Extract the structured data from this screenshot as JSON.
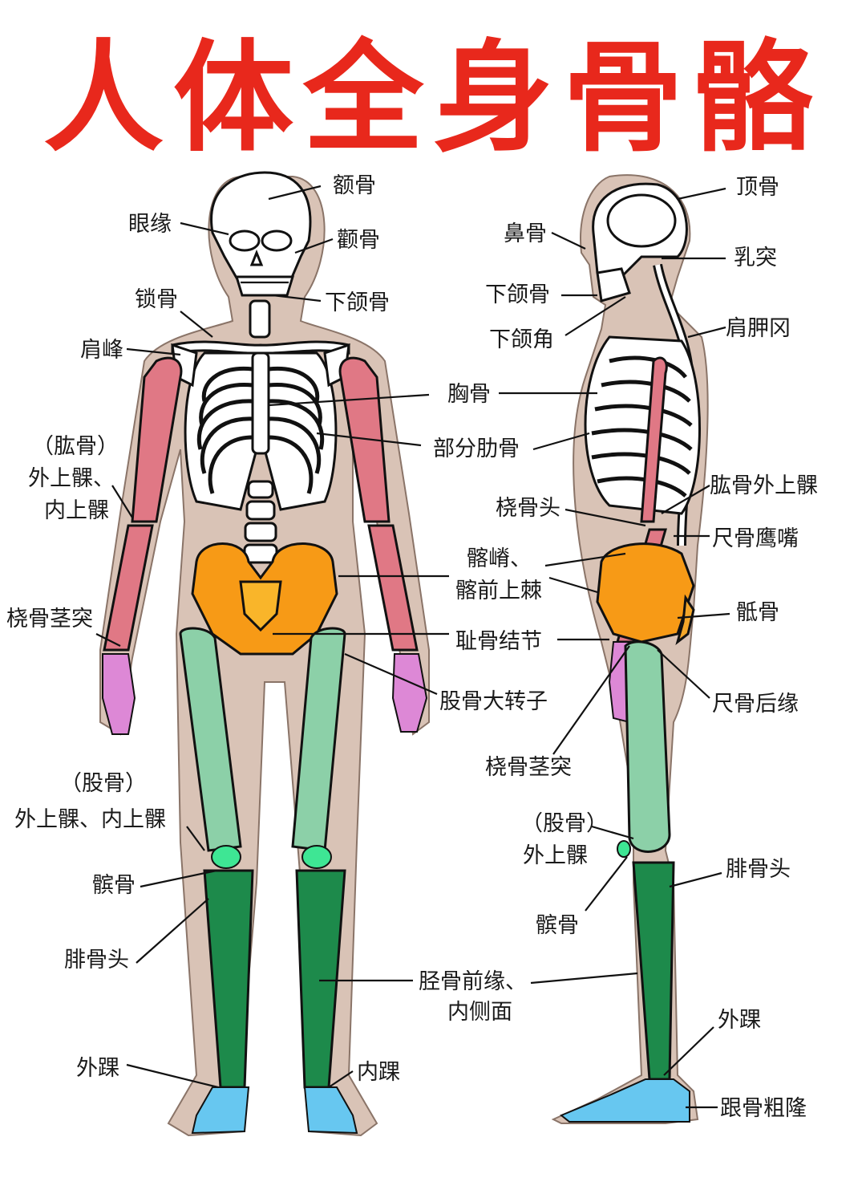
{
  "title": "人体全身骨骼",
  "front_labels": {
    "frontal": "额骨",
    "orbit": "眼缘",
    "zygomatic": "颧骨",
    "clavicle": "锁骨",
    "mandible": "下颌骨",
    "acromion": "肩峰",
    "humerus_note": "（肱骨）",
    "epicondyles_1": "外上髁、",
    "epicondyles_2": "内上髁",
    "radius_styloid": "桡骨茎突",
    "femur_note": "（股骨）",
    "femur_epicondyles": "外上髁、内上髁",
    "patella": "髌骨",
    "fibula_head": "腓骨头",
    "lateral_malleolus": "外踝",
    "medial_malleolus": "内踝"
  },
  "center_labels": {
    "sternum": "胸骨",
    "ribs": "部分肋骨",
    "radius_head": "桡骨头",
    "iliac_1": "髂嵴、",
    "iliac_2": "髂前上棘",
    "pubic": "耻骨结节",
    "trochanter": "股骨大转子",
    "radius_styloid": "桡骨茎突",
    "tibia_1": "胫骨前缘、",
    "tibia_2": "内侧面"
  },
  "side_labels": {
    "parietal": "顶骨",
    "nasal": "鼻骨",
    "mastoid": "乳突",
    "mandible": "下颌骨",
    "mandible_angle": "下颌角",
    "scapula": "肩胛冈",
    "humerus_lateral_epicondyle": "肱骨外上髁",
    "olecranon": "尺骨鹰嘴",
    "sacrum": "骶骨",
    "ulna_posterior": "尺骨后缘",
    "femur_note": "（股骨）",
    "femur_lateral": "外上髁",
    "patella": "髌骨",
    "fibula_head": "腓骨头",
    "lateral_malleolus": "外踝",
    "calcaneal_tuberosity": "跟骨粗隆"
  },
  "colors": {
    "title": "#e8281c",
    "skin": "#d9c3b6",
    "arm_bones": "#e07885",
    "hand_bones": "#dd88d6",
    "pelvis": "#f79a16",
    "femur": "#8cd0a8",
    "tibia_fibula": "#1d8a4b",
    "patella": "#3ee694",
    "foot_bones": "#67c7f0"
  }
}
